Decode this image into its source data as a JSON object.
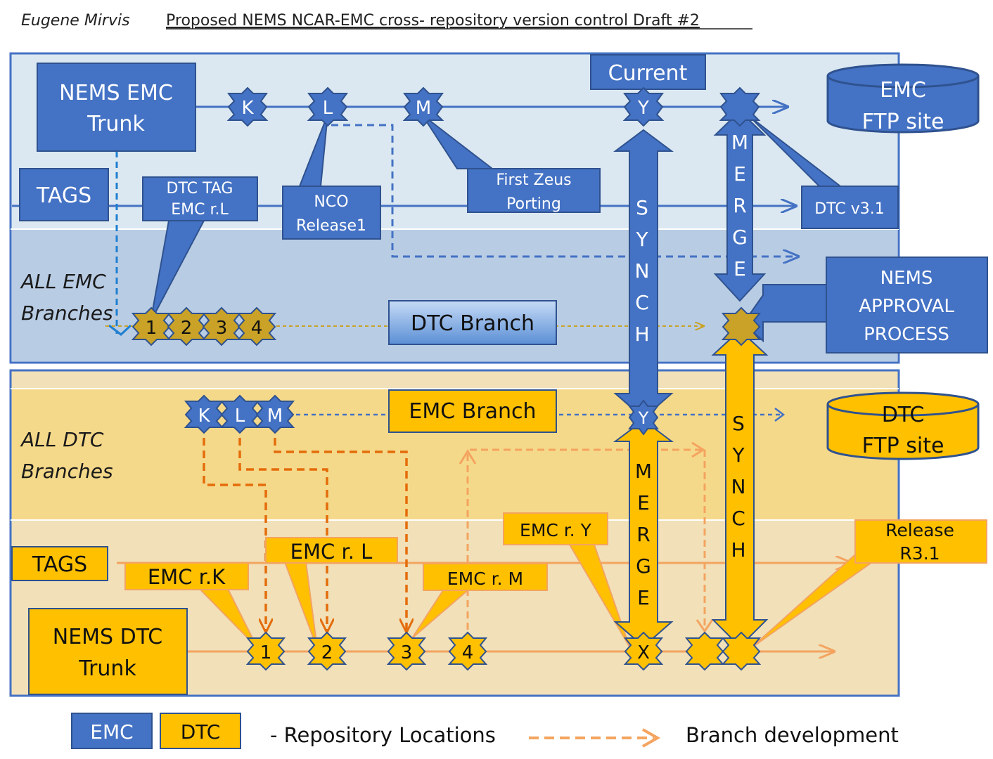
{
  "header": {
    "author": "Eugene Mirvis",
    "title": "Proposed  NEMS   NCAR-EMC cross- repository version control Draft #2"
  },
  "colors": {
    "emc_blue": "#4472c4",
    "emc_border": "#2f528f",
    "dtc_gold": "#ffc000",
    "star_khaki": "#c9a227",
    "branch_orange": "#f4a460",
    "dark_orange": "#e46c0a",
    "emc_panel_top": "#dbe8f1",
    "emc_panel_bottom": "#b8cce4",
    "dtc_panel_top": "#f5d98a",
    "dtc_panel_bottom": "#f1e0b8"
  },
  "emc": {
    "trunk": [
      "NEMS EMC",
      "Trunk"
    ],
    "tags": "TAGS",
    "dtc_tag": [
      "DTC  TAG",
      "EMC r.L"
    ],
    "nco_release": [
      "NCO",
      "Release1"
    ],
    "first_zeus": [
      "First  Zeus",
      "Porting"
    ],
    "current": "Current",
    "ftp": [
      "EMC",
      "FTP site"
    ],
    "dtc_v31": "DTC v3.1",
    "branches_label": [
      "ALL EMC",
      "Branches"
    ],
    "dtc_branch": "DTC  Branch",
    "approval": [
      "NEMS",
      "APPROVAL",
      "PROCESS"
    ],
    "trunk_nodes": [
      "K",
      "L",
      "M",
      "Y"
    ],
    "branch_nodes": [
      "1",
      "2",
      "3",
      "4"
    ]
  },
  "dtc": {
    "branches_label": [
      "ALL DTC",
      "Branches"
    ],
    "emc_branch": "EMC Branch",
    "ftp": [
      "DTC",
      "FTP site"
    ],
    "tags": "TAGS",
    "trunk": [
      "NEMS DTC",
      "Trunk"
    ],
    "branch_nodes": [
      "K",
      "L",
      "M",
      "Y"
    ],
    "callouts": {
      "r_k": "EMC r.K",
      "r_l": "EMC r. L",
      "r_m": "EMC r. M",
      "r_y": "EMC r. Y",
      "release": [
        "Release",
        "R3.1"
      ]
    },
    "trunk_nodes": [
      "1",
      "2",
      "3",
      "4",
      "X"
    ]
  },
  "arrows": {
    "synch": [
      "S",
      "Y",
      "N",
      "C",
      "H"
    ],
    "merge": [
      "M",
      "E",
      "R",
      "G",
      "E"
    ]
  },
  "legend": {
    "emc": "EMC",
    "dtc": "DTC",
    "repo_locations": "- Repository Locations",
    "branch_dev": "Branch development"
  }
}
